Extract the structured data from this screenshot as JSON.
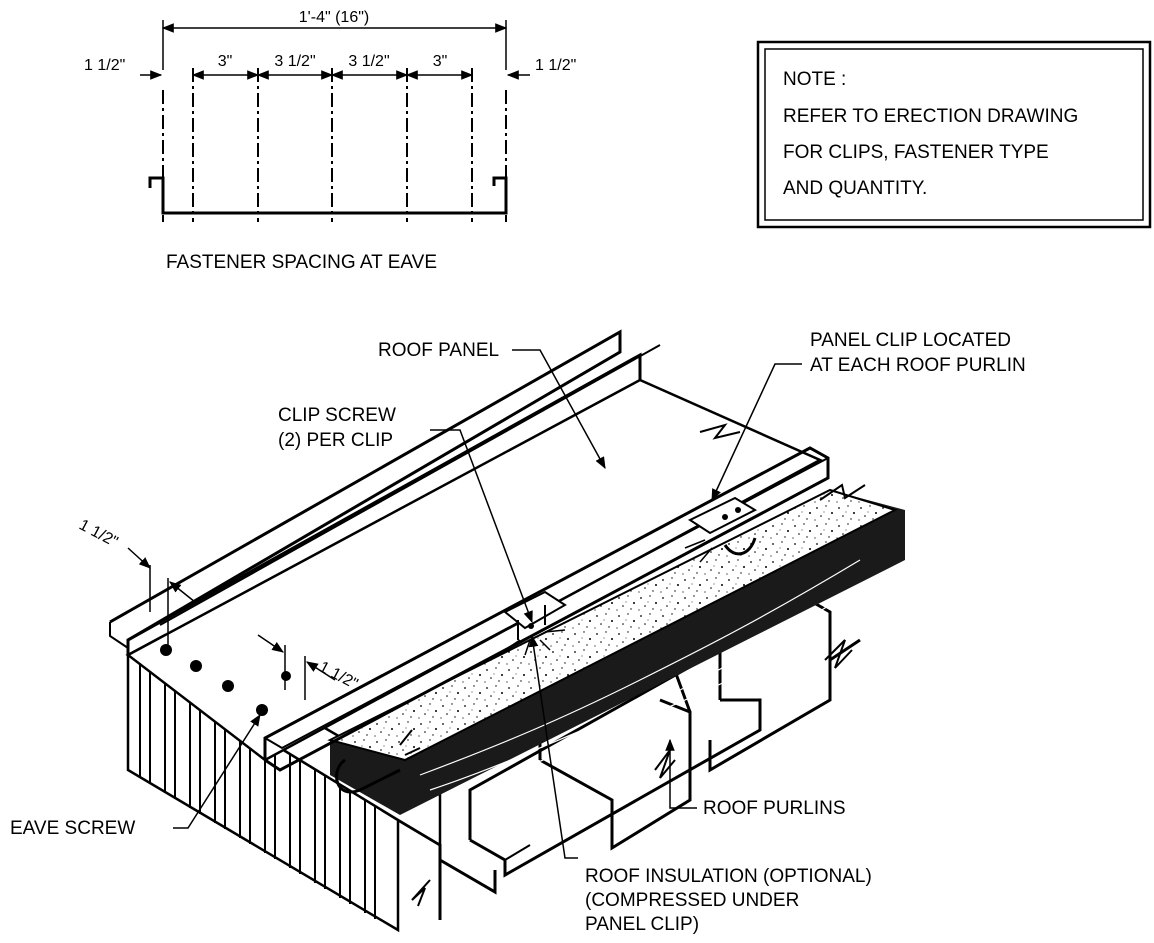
{
  "section_detail": {
    "overall_dim": "1'-4\"  (16\")",
    "dims": [
      "1 1/2\"",
      "3\"",
      "3 1/2\"",
      "3 1/2\"",
      "3\"",
      "1 1/2\""
    ],
    "caption": "FASTENER  SPACING AT EAVE"
  },
  "note": {
    "lines": [
      "NOTE :",
      "REFER TO ERECTION DRAWING",
      "FOR CLIPS, FASTENER TYPE",
      "AND QUANTITY."
    ]
  },
  "iso_labels": {
    "roof_panel": "ROOF PANEL",
    "panel_clip_line1": "PANEL CLIP LOCATED",
    "panel_clip_line2": "AT EACH ROOF PURLIN",
    "clip_screw_line1": "CLIP SCREW",
    "clip_screw_line2": "(2) PER CLIP",
    "dim_left": "1 1/2\"",
    "dim_right": "1 1/2\"",
    "eave_screw": "EAVE SCREW",
    "roof_purlins": "ROOF PURLINS",
    "insulation_line1": "ROOF INSULATION (OPTIONAL)",
    "insulation_line2": "(COMPRESSED UNDER",
    "insulation_line3": "PANEL CLIP)"
  }
}
